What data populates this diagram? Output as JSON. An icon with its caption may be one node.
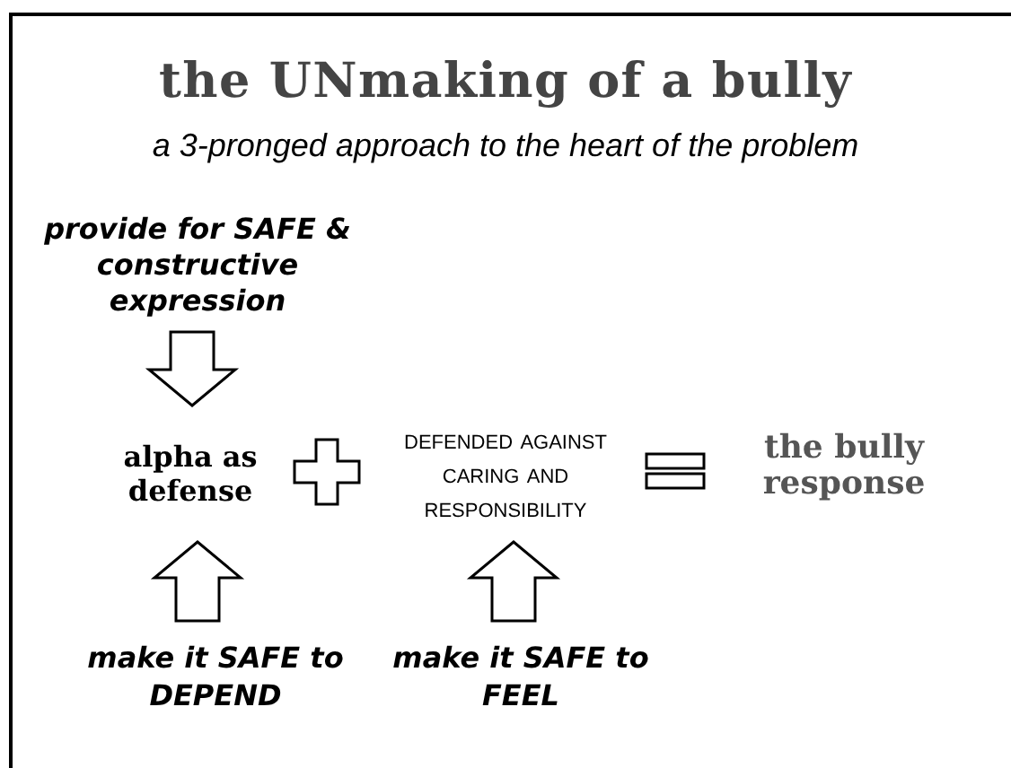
{
  "diagram": {
    "title": "the UNmaking of a bully",
    "caption": "a 3-pronged approach to the heart of the problem",
    "nodes": [
      {
        "text": [
          "provide for SAFE & constructive expression"
        ]
      },
      {
        "text": [
          "alpha as defense"
        ]
      },
      {
        "text": [
          "defended against caring and responsibility"
        ]
      },
      {
        "text": [
          "the bully response"
        ]
      },
      {
        "text": [
          "make it SAFE to DEPEND"
        ]
      },
      {
        "text": [
          "make it SAFE to FEEL"
        ]
      }
    ],
    "edges": [
      {
        "from": 0,
        "to": 1,
        "arrow": "to"
      },
      {
        "from": 4,
        "to": 1,
        "arrow": "to"
      },
      {
        "from": 5,
        "to": 2,
        "arrow": "to"
      }
    ]
  }
}
